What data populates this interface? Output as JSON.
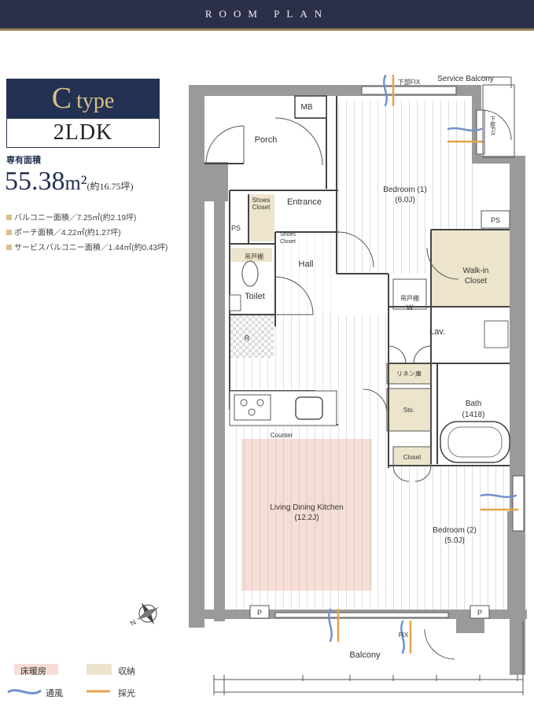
{
  "header": {
    "title": "ROOM PLAN"
  },
  "unit_type": {
    "letter": "C",
    "word": "type",
    "layout": "2LDK"
  },
  "area": {
    "label": "専有面積",
    "value": "55.38",
    "unit": "m²",
    "tsubo": "(約16.75坪)"
  },
  "details": [
    "バルコニー面積／7.25㎡(約2.19坪)",
    "ポーチ面積／4.22㎡(約1.27坪)",
    "サービスバルコニー面積／1.44㎡(約0.43坪)"
  ],
  "rooms": {
    "mb": "MB",
    "porch": "Porch",
    "shoes_closet_top": "Shoes",
    "shoes_closet_bottom": "Closet",
    "entrance": "Entrance",
    "shoes_closet2_top": "Shoes",
    "shoes_closet2_bottom": "Closet",
    "ps_left": "PS",
    "hall": "Hall",
    "tsuridana_left": "吊戸棚",
    "toilet": "Toilet",
    "bedroom1_name": "Bedroom (1)",
    "bedroom1_size": "(6.0J)",
    "ps_right": "PS",
    "walkin_top": "Walk-in",
    "walkin_bottom": "Closet",
    "tsuridana_right": "吊戸棚",
    "w_mark": "W",
    "lav": "Lav.",
    "linen": "リネン庫",
    "sto": "Sto.",
    "bath_name": "Bath",
    "bath_size": "(1418)",
    "counter": "Counter",
    "closet": "Closet",
    "ldk_name": "Living Dining Kitchen",
    "ldk_size": "(12.2J)",
    "bedroom2_name": "Bedroom (2)",
    "bedroom2_size": "(5.0J)",
    "p_left": "P",
    "p_right": "P",
    "balcony": "Balcony",
    "fix_bottom": "FIX",
    "fix_top": "下部FIX",
    "service_balcony": "Service Balcony",
    "fix_side": "下部FIX",
    "r_mark": "R"
  },
  "legend": {
    "floor_heating": "床暖房",
    "storage": "収納",
    "ventilation": "通風",
    "daylight": "採光"
  },
  "colors": {
    "header_bg": "#2c2f4a",
    "accent_gold": "#d9c08a",
    "navy": "#233152",
    "floor_heating": "#f6ddd6",
    "storage": "#ece5cc",
    "wall": "#9a9a9a",
    "ventilation": "#6f93c9",
    "daylight": "#e6a24a"
  }
}
